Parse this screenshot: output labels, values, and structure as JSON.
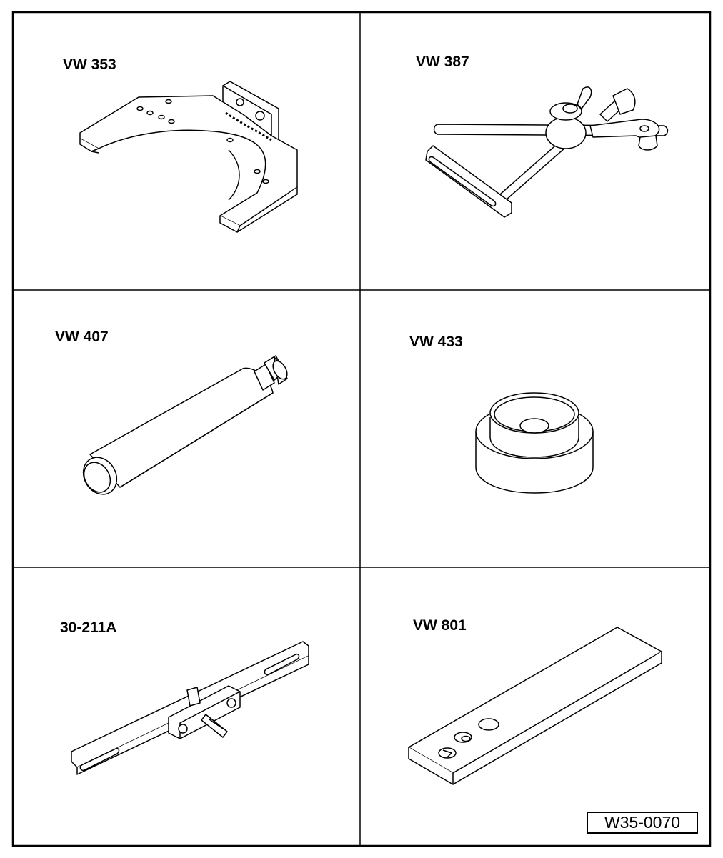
{
  "tools": [
    {
      "label": "VW 353"
    },
    {
      "label": "VW 387"
    },
    {
      "label": "VW 407"
    },
    {
      "label": "VW 433"
    },
    {
      "label": "30-211A"
    },
    {
      "label": "VW 801"
    }
  ],
  "figure_ref": "W35-0070"
}
